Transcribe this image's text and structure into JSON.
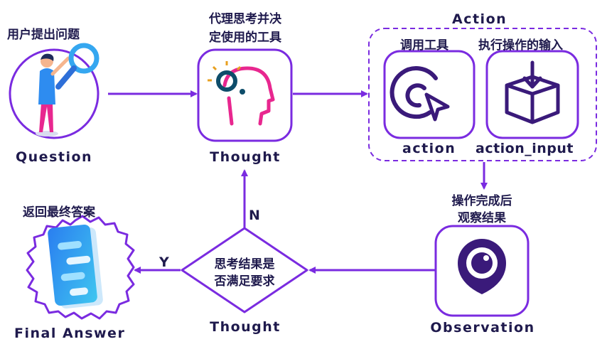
{
  "question": {
    "title": "用户提出问题",
    "caption": "Question"
  },
  "thought_top": {
    "title_line1": "代理思考并决",
    "title_line2": "定使用的工具",
    "caption": "Thought"
  },
  "action": {
    "title": "Action",
    "tool": {
      "title": "调用工具",
      "caption": "action"
    },
    "input": {
      "title": "执行操作的输入",
      "caption": "action_input"
    }
  },
  "observation": {
    "title_line1": "操作完成后",
    "title_line2": "观察结果",
    "caption": "Observation"
  },
  "thought_bottom": {
    "diamond_line1": "思考结果是",
    "diamond_line2": "否满足要求",
    "caption": "Thought",
    "yes": "Y",
    "no": "N"
  },
  "final": {
    "title": "返回最终答案",
    "caption": "Final Answer"
  },
  "colors": {
    "primary": "#7a2be0",
    "dark_navy": "#1f1a4d",
    "magenta": "#e8278f",
    "teal": "#0e4d6a",
    "gold": "#e8a020",
    "light_purple": "#f1e6fc"
  }
}
